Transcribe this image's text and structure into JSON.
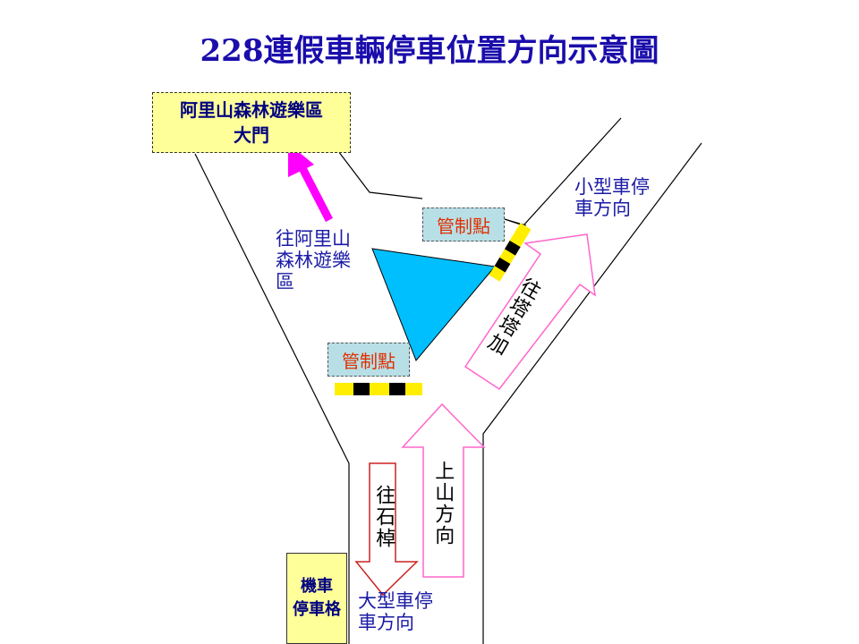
{
  "title": "228連假車輛停車位置方向示意圖",
  "gate_label": "阿里山森林遊樂區\n大門",
  "control_point": "管制點",
  "to_alishan": "往阿里山\n森林遊樂\n區",
  "small_car": "小型車停\n車方向",
  "to_tataka": "往塔塔加",
  "uphill": "上山方向",
  "to_shizhuo": "往石棹",
  "large_car": "大型車停\n車方向",
  "moto_label": "機車\n停車格",
  "colors": {
    "title": "#1a0dab",
    "label_blue": "#1a1aa6",
    "control_text": "#e03000",
    "control_bg": "#b8dfe6",
    "box_bg": "#ffff99",
    "triangle": "#00bfff",
    "magenta_arrow": "#ff00ff",
    "pink_outline": "#ff66cc",
    "red_outline": "#cc2222"
  }
}
